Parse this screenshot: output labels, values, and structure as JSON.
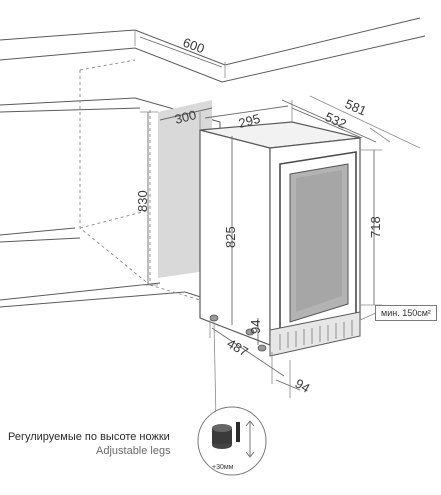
{
  "dimensions": {
    "niche_width": "600",
    "niche_depth": "300",
    "niche_height": "830",
    "depth_total": "581",
    "depth_body": "532",
    "width": "295",
    "height_body": "825",
    "height_door": "718",
    "plinth_height": "94",
    "plinth_depth": "94",
    "leg_distance": "487"
  },
  "ventilation_note": "мин. 150см²",
  "legs": {
    "caption_ru": "Регулируемые по высоте ножки",
    "caption_en": "Adjustable legs",
    "adjust_label": "+30мм"
  }
}
